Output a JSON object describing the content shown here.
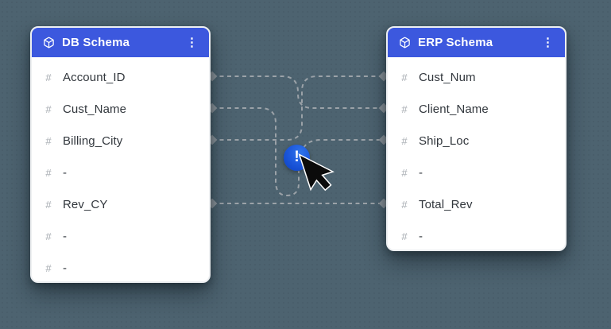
{
  "left_panel": {
    "title": "DB Schema",
    "fields": [
      {
        "prefix": "#",
        "name": "Account_ID"
      },
      {
        "prefix": "#",
        "name": "Cust_Name"
      },
      {
        "prefix": "#",
        "name": "Billing_City"
      },
      {
        "prefix": "#",
        "name": "-"
      },
      {
        "prefix": "#",
        "name": "Rev_CY"
      },
      {
        "prefix": "#",
        "name": "-"
      },
      {
        "prefix": "#",
        "name": "-"
      }
    ]
  },
  "right_panel": {
    "title": "ERP Schema",
    "fields": [
      {
        "prefix": "#",
        "name": "Cust_Num"
      },
      {
        "prefix": "#",
        "name": "Client_Name"
      },
      {
        "prefix": "#",
        "name": "Ship_Loc"
      },
      {
        "prefix": "#",
        "name": "-"
      },
      {
        "prefix": "#",
        "name": "Total_Rev"
      },
      {
        "prefix": "#",
        "name": "-"
      }
    ]
  },
  "icons": {
    "panel_icon": "box-icon",
    "menu_glyph": "⋮",
    "cursor": "pointer-arrow",
    "endpoint_shape": "diamond"
  },
  "badge": {
    "symbol": "!",
    "meaning": "mapping-warning"
  },
  "connections": [
    {
      "from": "Account_ID",
      "to": "Client_Name",
      "style": "mapped"
    },
    {
      "from": "Cust_Name",
      "to": "Ship_Loc",
      "style": "pending-warning"
    },
    {
      "from": "Billing_City",
      "to": "Cust_Num",
      "style": "mapped"
    },
    {
      "from": "Rev_CY",
      "to": "Total_Rev",
      "style": "mapped"
    }
  ],
  "colors": {
    "background": "#4d6370",
    "header_blue": "#3c58de",
    "wire_gray": "#9ba2a8",
    "badge_blue": "#1d59dd"
  }
}
